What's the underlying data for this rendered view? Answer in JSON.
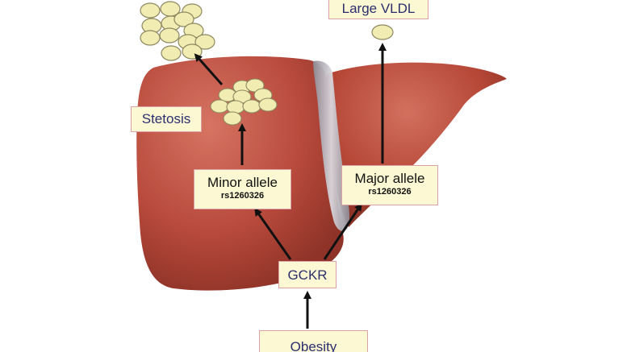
{
  "labels": {
    "large_vldl": "Large VLDL",
    "stetosis": "Stetosis",
    "minor_allele": "Minor allele",
    "minor_snp": "rs1260326",
    "major_allele": "Major allele",
    "major_snp": "rs1260326",
    "gckr": "GCKR",
    "obesity": "Obesity"
  },
  "colors": {
    "liver_base": "#b84a3c",
    "liver_highlight": "#d46b5a",
    "liver_shadow": "#8f3328",
    "ligament": "#b9b6bd",
    "fat_droplet": "#f1edb2",
    "fat_outline": "#8c8760",
    "box_fill": "#fbf8d3",
    "box_border": "#d9a3a8",
    "arrow": "#111111"
  }
}
